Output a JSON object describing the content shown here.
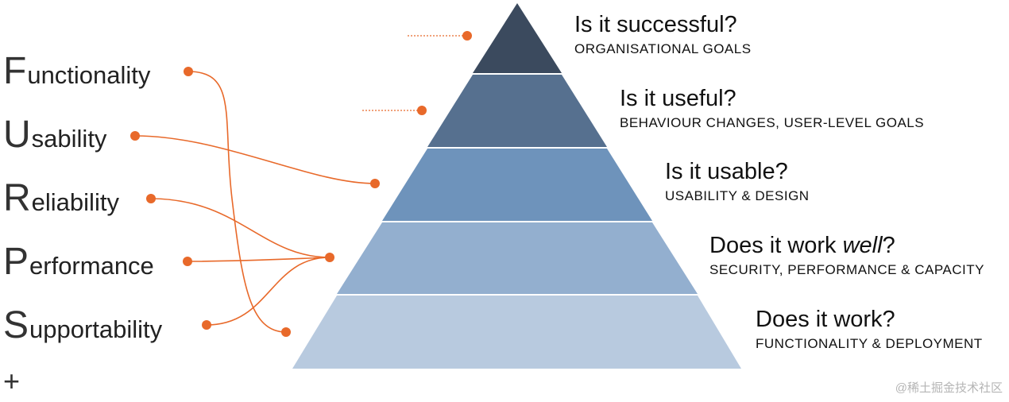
{
  "furps": {
    "items": [
      {
        "letter": "F",
        "rest": "unctionality"
      },
      {
        "letter": "U",
        "rest": "sability"
      },
      {
        "letter": "R",
        "rest": "eliability"
      },
      {
        "letter": "P",
        "rest": "erformance"
      },
      {
        "letter": "S",
        "rest": "upportability"
      }
    ],
    "plus": "+"
  },
  "pyramid": {
    "levels": [
      {
        "question": "Is it successful?",
        "sub": "ORGANISATIONAL GOALS",
        "color": "#3b4a5e"
      },
      {
        "question": "Is it useful?",
        "sub": "BEHAVIOUR CHANGES, USER-LEVEL GOALS",
        "color": "#56708f"
      },
      {
        "question": "Is it usable?",
        "sub": "USABILITY & DESIGN",
        "color": "#6e93bb"
      },
      {
        "question_pre": "Does it work ",
        "question_em": "well",
        "question_post": "?",
        "sub": "SECURITY, PERFORMANCE & CAPACITY",
        "color": "#93afcf"
      },
      {
        "question": "Does it work?",
        "sub": "FUNCTIONALITY & DEPLOYMENT",
        "color": "#b8cadf"
      }
    ]
  },
  "connector_color": "#e8692a",
  "watermark": "@稀土掘金技术社区"
}
